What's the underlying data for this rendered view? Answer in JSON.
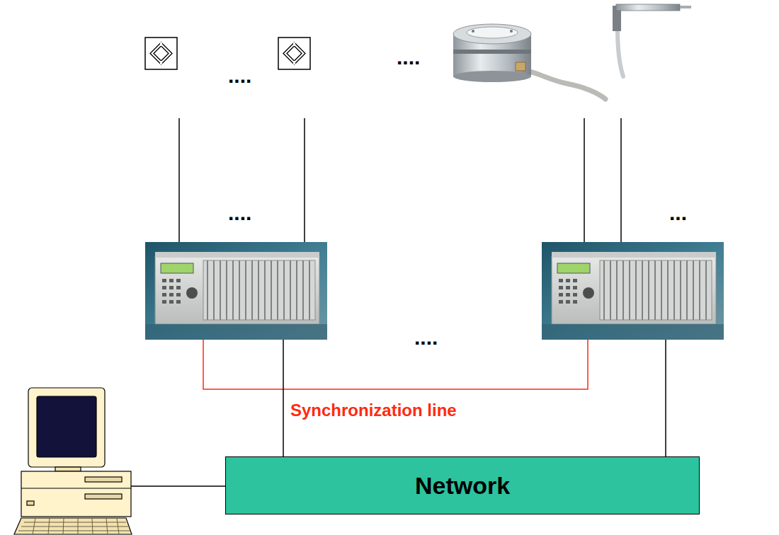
{
  "diagram": {
    "nodes": [
      {
        "text": [
          "Network"
        ]
      }
    ],
    "labels": [
      "....",
      "....",
      "....",
      "...",
      "....",
      "Synchronization line"
    ]
  }
}
